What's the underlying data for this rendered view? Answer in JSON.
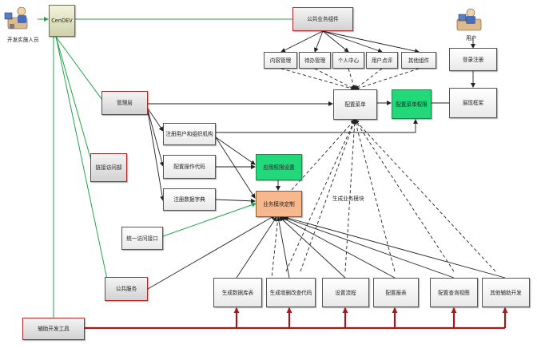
{
  "actors": {
    "developer": "开发实施人员",
    "user": "用户"
  },
  "boxes": {
    "core": "CenDEV",
    "public_components": "公共业务组件",
    "content_mgmt": "内容管理",
    "todo_mgmt": "待办管理",
    "personal_center": "个人中心",
    "user_comments": "用户点评",
    "other_components": "其他组件",
    "login_register": "登录注册",
    "management_layer": "管理层",
    "config_menu": "配置菜单",
    "config_menu_permission": "配置菜单权限",
    "display_page": "展现框架",
    "register_user_org": "注册用户和组织机构",
    "config_code": "配置操作代码",
    "register_dict": "注册数据字典",
    "app_permission": "应用权限设置",
    "business_module": "业务模块定制",
    "link_access": "链接访问部",
    "unified_interface": "统一访问接口",
    "public_service": "公共服务",
    "gen_table": "生成数据库表",
    "gen_crud": "生成增删改查代码",
    "config_flow": "设置流程",
    "config_report": "配置报表",
    "config_query_view": "配置查询视图",
    "other_aux_dev": "其他辅助开发",
    "aux_dev_tools": "辅助开发工具"
  },
  "labels": {
    "gen_business_module": "生成业务模块"
  },
  "colors": {
    "green_line": "#22a54a",
    "red_line": "#a81818",
    "black_line": "#222222"
  }
}
